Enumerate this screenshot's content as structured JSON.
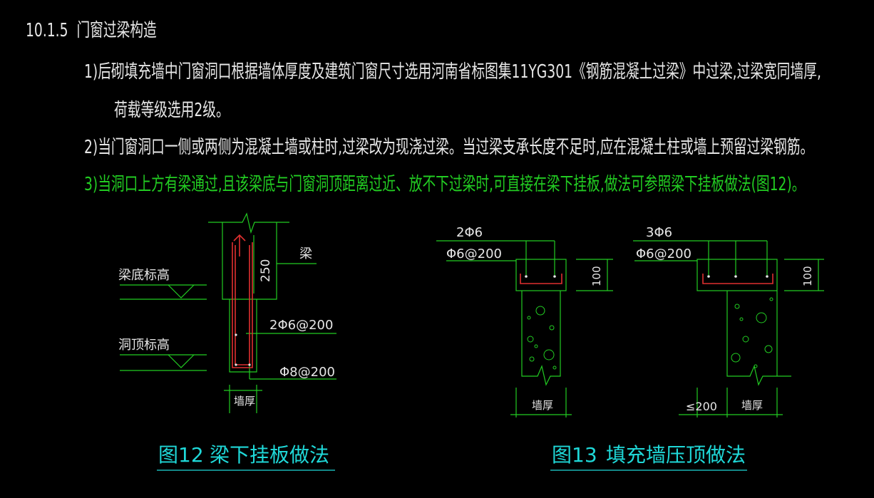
{
  "section": {
    "number": "10.1.5",
    "title": "门窗过梁构造"
  },
  "paragraphs": [
    {
      "line1": "1)后砌填充墙中门窗洞口根据墙体厚度及建筑门窗尺寸选用河南省标图集11YG301《钢筋混凝土过梁》中过梁,过梁宽同墙厚,",
      "line2": "荷载等级选用2级。"
    },
    {
      "line1": "2)当门窗洞口一侧或两侧为混凝土墙或柱时,过梁改为现浇过梁。当过梁支承长度不足时,应在混凝土柱或墙上预留过梁钢筋。"
    },
    {
      "line1": "3)当洞口上方有梁通过,且该梁底与门窗洞顶距离过近、放不下过梁时,可直接在梁下挂板,做法可参照梁下挂板做法(图12)。"
    }
  ],
  "fig12": {
    "caption_num": "图12",
    "caption_title": "梁下挂板做法",
    "label_beam_bottom": "梁底标高",
    "label_opening_top": "洞顶标高",
    "label_beam": "梁",
    "dim_250": "250",
    "rebar_1": "2Φ6@200",
    "rebar_2": "Φ8@200",
    "wall_thickness": "墙厚"
  },
  "fig13": {
    "caption_num": "图13",
    "caption_title": "填充墙压顶做法",
    "left_rebar_long": "2Φ6",
    "left_rebar_stirrup": "Φ6@200",
    "left_dim": "100",
    "left_wall": "墙厚",
    "right_rebar_long": "3Φ6",
    "right_rebar_stirrup": "Φ6@200",
    "right_dim": "100",
    "right_wall": "墙厚",
    "right_limit": "≤200"
  },
  "colors": {
    "line": "#22cc22",
    "rebar": "#e03030",
    "text": "#e6e6e6",
    "caption": "#1fd8d8"
  }
}
